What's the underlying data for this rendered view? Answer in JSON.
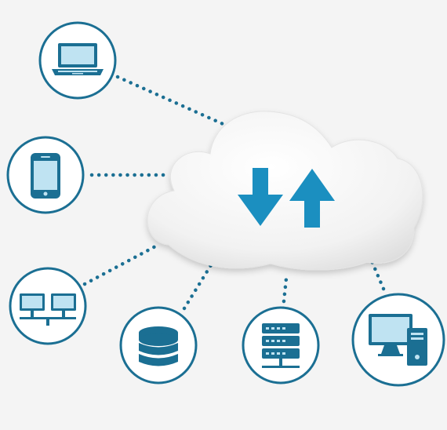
{
  "colors": {
    "background": "#f4f4f4",
    "primary": "#1b6f93",
    "accent": "#1d9bd0",
    "screen_fill": "#bfe3f2",
    "cloud_light": "#ffffff",
    "cloud_shadow": "#d9d9d9"
  },
  "cloud": {
    "icons": [
      "arrow-down-icon",
      "arrow-up-icon"
    ]
  },
  "devices": [
    {
      "name": "laptop-node",
      "icon": "laptop-icon"
    },
    {
      "name": "smartphone-node",
      "icon": "smartphone-icon"
    },
    {
      "name": "network-node",
      "icon": "network-computers-icon"
    },
    {
      "name": "database-node",
      "icon": "database-icon"
    },
    {
      "name": "server-node",
      "icon": "server-rack-icon"
    },
    {
      "name": "desktop-node",
      "icon": "desktop-computer-icon"
    }
  ]
}
